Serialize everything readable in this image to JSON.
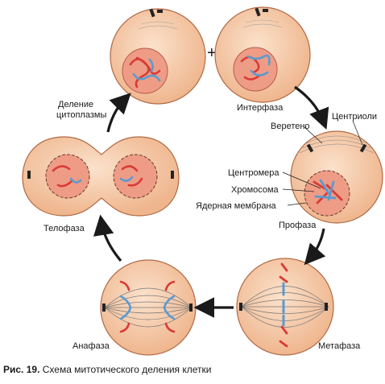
{
  "labels": {
    "interphase": "Интерфаза",
    "prophase": "Профаза",
    "metaphase": "Метафаза",
    "anaphase": "Анафаза",
    "telophase": "Телофаза",
    "cytoplasm_division_line1": "Деление",
    "cytoplasm_division_line2": "цитоплазмы",
    "spindle": "Веретено",
    "centrioles": "Центриоли",
    "centromere": "Центромера",
    "chromosome": "Хромосома",
    "nuclear_membrane": "Ядерная мембрана",
    "plus": "+"
  },
  "caption": {
    "prefix": "Рис. 19.",
    "text": "Схема митотического деления клетки"
  },
  "colors": {
    "cell_fill": "#f6c9a4",
    "cell_stroke": "#b06a45",
    "nucleus_fill": "#ee9c86",
    "chromosome_red": "#d93b35",
    "chromosome_blue": "#5b9ad0",
    "arrow": "#1a1a1a"
  }
}
